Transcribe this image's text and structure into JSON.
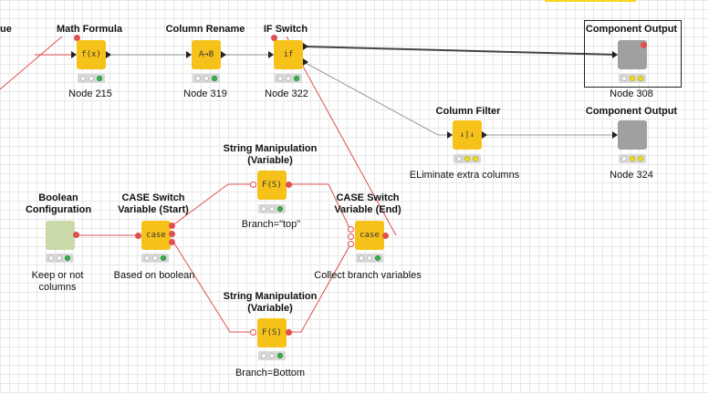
{
  "partial_title": "ue",
  "nodes": {
    "math_formula": {
      "title": "Math Formula",
      "label": "Node 215",
      "icon": "f(x)"
    },
    "column_rename": {
      "title": "Column Rename",
      "label": "Node 319",
      "icon": "A→B"
    },
    "if_switch": {
      "title": "IF Switch",
      "label": "Node 322",
      "icon": "if"
    },
    "component_output_1": {
      "title": "Component Output",
      "label": "Node 308"
    },
    "column_filter": {
      "title": "Column Filter",
      "label": "ELiminate extra columns",
      "icon": "↓|↓"
    },
    "component_output_2": {
      "title": "Component Output",
      "label": "Node 324"
    },
    "string_manip_top": {
      "title_1": "String Manipulation",
      "title_2": "(Variable)",
      "label": "Branch=\"top\"",
      "icon": "F(S)"
    },
    "boolean_config": {
      "title_1": "Boolean",
      "title_2": "Configuration",
      "label_1": "Keep or not",
      "label_2": "columns"
    },
    "case_start": {
      "title_1": "CASE Switch",
      "title_2": "Variable (Start)",
      "label": "Based on boolean",
      "icon": "case"
    },
    "case_end": {
      "title_1": "CASE Switch",
      "title_2": "Variable (End)",
      "label": "Collect branch variables",
      "icon": "case"
    },
    "string_manip_bottom": {
      "title_1": "String Manipulation",
      "title_2": "(Variable)",
      "label": "Branch=Bottom",
      "icon": "F(S)"
    }
  },
  "colors": {
    "node_yellow": "#f6c21a",
    "node_gray": "#a0a0a0",
    "config_green": "#c9d9a8",
    "variable_red": "#e05050",
    "data_wire": "#9a9a9a"
  }
}
